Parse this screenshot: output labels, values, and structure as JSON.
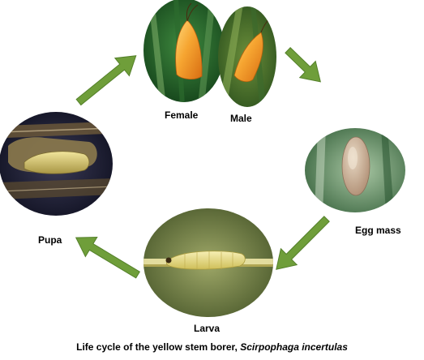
{
  "diagram": {
    "stages": {
      "female": "Female",
      "male": "Male",
      "egg_mass": "Egg mass",
      "larva": "Larva",
      "pupa": "Pupa"
    },
    "caption": {
      "text": "Life cycle of the yellow stem borer, ",
      "species": "Scirpophaga incertulas"
    },
    "colors": {
      "arrow": "#6f9e3a",
      "arrow_edge": "#54802a",
      "leaf_green": "#1f5a23",
      "moth_orange": "#f08a1e",
      "larva_yellow": "#e6d877"
    }
  }
}
